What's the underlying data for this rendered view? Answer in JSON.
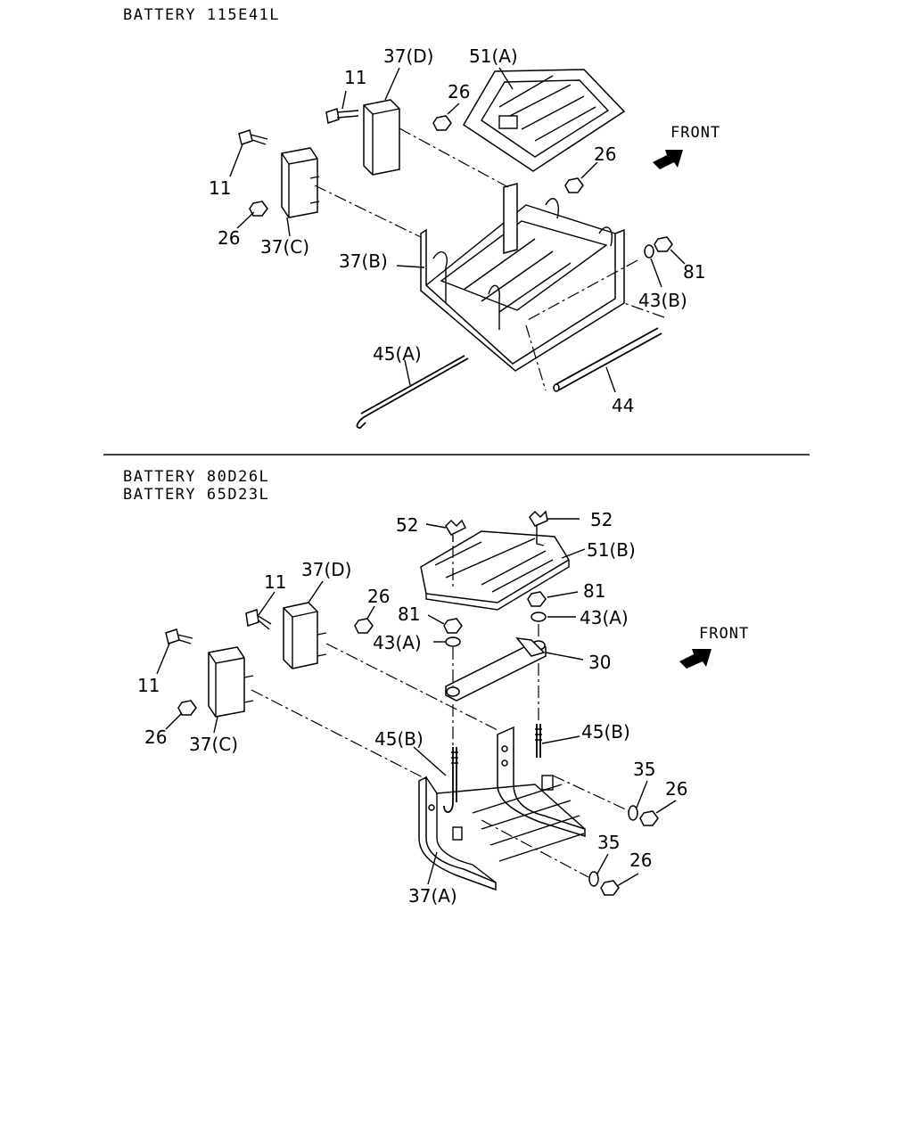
{
  "sections": [
    {
      "titles": [
        "BATTERY 115E41L"
      ],
      "front_label": "FRONT",
      "callouts": [
        "11",
        "37(D)",
        "51(A)",
        "26",
        "FRONT",
        "26",
        "11",
        "26",
        "37(C)",
        "37(B)",
        "81",
        "43(B)",
        "45(A)",
        "44"
      ]
    },
    {
      "titles": [
        "BATTERY 80D26L",
        "BATTERY 65D23L"
      ],
      "front_label": "FRONT",
      "callouts": [
        "52",
        "52",
        "51(B)",
        "11",
        "37(D)",
        "26",
        "81",
        "81",
        "43(A)",
        "43(A)",
        "30",
        "11",
        "26",
        "37(C)",
        "45(B)",
        "45(B)",
        "35",
        "26",
        "35",
        "26",
        "37(A)"
      ]
    }
  ],
  "icons": [
    "front-arrow-icon"
  ]
}
